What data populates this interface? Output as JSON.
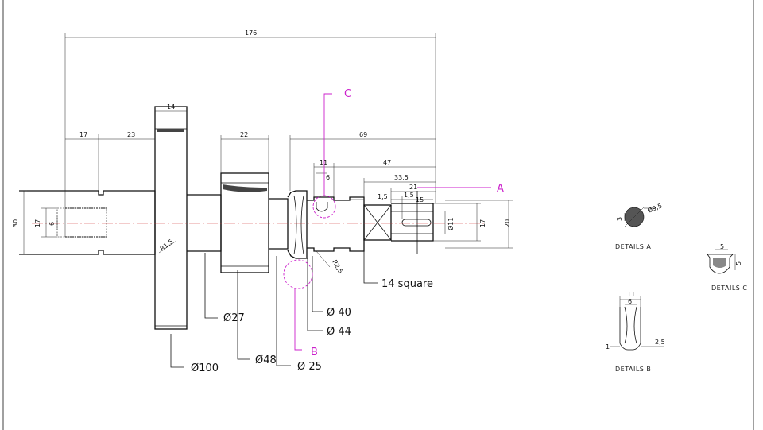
{
  "colors": {
    "line": "#111111",
    "centerline": "#d03030",
    "marker": "#cc22cc",
    "background": "#ffffff"
  },
  "dimensions": {
    "overall": "176",
    "d17": "17",
    "d23": "23",
    "d14": "14",
    "d22": "22",
    "d69": "69",
    "d11": "11",
    "d6": "6",
    "d47": "47",
    "d33_5": "33,5",
    "d21": "21",
    "d1_5a": "1,5",
    "d1_5b": "1,5",
    "d15": "15",
    "v30": "30",
    "v17_left": "17",
    "v6_left": "6",
    "v11_right": "Ø11",
    "v17_right": "17",
    "v20_right": "20",
    "r1_5": "R1,5",
    "r2_5": "R2,5"
  },
  "callouts": {
    "square": "14 square",
    "d27": "Ø27",
    "d40": "Ø 40",
    "d44": "Ø 44",
    "d100": "Ø100",
    "d48": "Ø48",
    "d25": "Ø 25"
  },
  "markers": {
    "a": "A",
    "b": "B",
    "c": "C"
  },
  "details": {
    "a": {
      "title": "DETAILS A",
      "dia": "Ø9,5",
      "h": "3"
    },
    "b": {
      "title": "DETAILS B",
      "top_outer": "11",
      "top_inner": "6",
      "left": "1",
      "right": "2,5"
    },
    "c": {
      "title": "DETAILS C",
      "top": "5",
      "side": "5"
    }
  }
}
